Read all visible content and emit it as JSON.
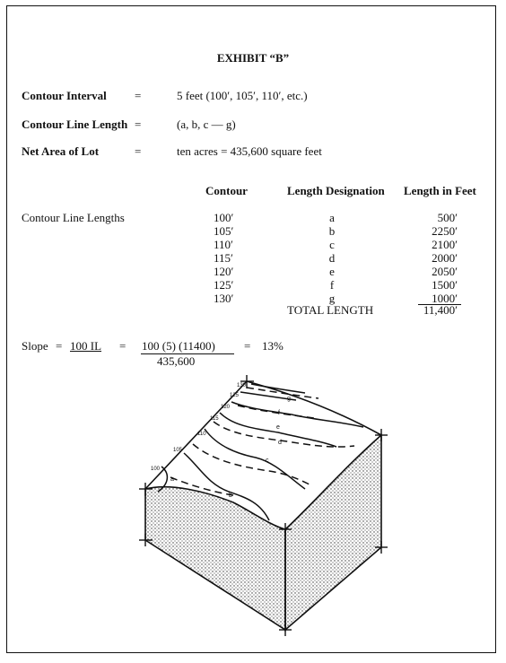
{
  "title": "EXHIBIT “B”",
  "definitions": [
    {
      "label": "Contour Interval",
      "eq": "=",
      "value": "5 feet (100′, 105′, 110′, etc.)"
    },
    {
      "label": "Contour Line Length",
      "eq": "=",
      "value": "(a, b, c — g)"
    },
    {
      "label": "Net Area of Lot",
      "eq": "=",
      "value": "ten acres  =  435,600 square feet"
    }
  ],
  "table": {
    "headers": [
      "Contour",
      "Length Designation",
      "Length in Feet"
    ],
    "row_label": "Contour Line Lengths",
    "rows": [
      [
        "100′",
        "a",
        "500′"
      ],
      [
        "105′",
        "b",
        "2250′"
      ],
      [
        "110′",
        "c",
        "2100′"
      ],
      [
        "115′",
        "d",
        "2000′"
      ],
      [
        "120′",
        "e",
        "2050′"
      ],
      [
        "125′",
        "f",
        "1500′"
      ],
      [
        "130′",
        "g",
        "1000′"
      ]
    ],
    "total_label": "TOTAL LENGTH",
    "total_value": "11,400′"
  },
  "formula": {
    "lhs": "Slope",
    "eq1": "=",
    "fraction1": "100 IL",
    "eq2": "=",
    "numerator": "100  (5)  (11400)",
    "denominator": "435,600",
    "eq3": "=",
    "result": "13%"
  },
  "diagram_labels": {
    "elevations": [
      "100",
      "105",
      "110",
      "115",
      "120",
      "125",
      "130"
    ],
    "lines": [
      "a",
      "b",
      "c",
      "d",
      "e",
      "f",
      "g"
    ]
  }
}
